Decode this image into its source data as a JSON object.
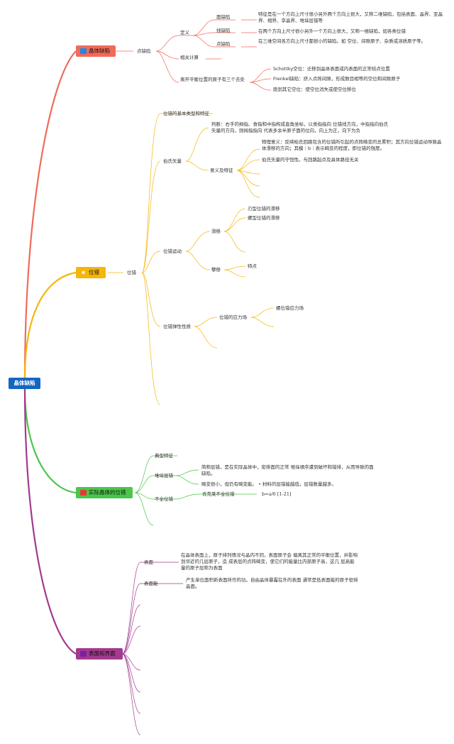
{
  "colors": {
    "root": "#1565c0",
    "b1": "#f16a5a",
    "b2": "#f5b60a",
    "b3": "#4ac64a",
    "b4": "#a23a8e"
  },
  "icons": {
    "b1": "blue-flag-icon",
    "b2": "trophy-icon",
    "b3": "red-flag-icon",
    "b4": "purple-flag-icon"
  },
  "root": "晶体缺陷",
  "b1": {
    "label": "晶体缺陷",
    "child": "点缺陷",
    "def": {
      "label": "定义",
      "items": [
        {
          "label": "面缺陷",
          "desc": "特征是在一个方向上尺寸很小另外两个方向上很大，又称二维缺陷，包括表面、晶界、亚晶界、相界、孪晶界、堆垛层错等"
        },
        {
          "label": "线缺陷",
          "desc": "在两个方向上尺寸很小另外一个方向上很大，又称一维缺陷，如各类位错"
        },
        {
          "label": "点缺陷",
          "desc": "在三维空间各方向上尺寸都很小的缺陷。如 空位、间隙原子、杂质或溶质原子等。"
        }
      ]
    },
    "calc": "相关计算",
    "leave": {
      "label": "离开平衡位置的原子有三个去处",
      "items": [
        "Schottky空位：迁移到晶体表面或内表面的正常结点位置",
        "Frenkel缺陷：挤入点阵间隙，形成数目相等的空位和间隙原子",
        "跑到其它空位：使空位消失或使空位移位"
      ]
    }
  },
  "b2": {
    "label": "位错",
    "child": "位错",
    "types": "位错的基本类型和特征",
    "burgers": {
      "label": "伯氏矢量",
      "judge": "判断：右手的拇指、食指和中指构成直角坐标，以食指指向 位错线方向，中指指向伯氏矢量的方向，则拇指指向 代表多余半原子面的位向，向上为正，向下为负",
      "meaning": {
        "label": "意义及特征",
        "items": [
          "物理意义：反映柏氏回路包含的位错所引起的点阵畸变的总累积；其方向位错运动导致晶体滑移的方向；其模｜b｜表示畸变的程度，即位错的强度。",
          "伯氏矢量的守恒性。与回路起点及具体路径无关"
        ]
      }
    },
    "motion": {
      "label": "位错运动",
      "slip": {
        "label": "滑移",
        "items": [
          "刃型位错的滑移",
          "螺型位错的滑移"
        ]
      },
      "climb": {
        "label": "攀移",
        "items": [
          "特点"
        ]
      }
    },
    "elastic": {
      "label": "位错弹性性质",
      "stress": {
        "label": "位错的应力场",
        "items": [
          "螺位错应力场"
        ]
      }
    }
  },
  "b3": {
    "label": "实际晶体的位错",
    "typical": "典型特征",
    "stacking": {
      "label": "堆垛层错",
      "items": [
        "简称层错，是在实际晶体中，密排面的正常 堆垛顺序遭到破坏和错排，从而导致的面缺陷。",
        "畸变很小，但仍有畸变能。 • 材料的层错能越低，层错数量越多。"
      ]
    },
    "partial": {
      "label": "不全位错",
      "sub": {
        "label": "肖克莱不全位错",
        "formula": "b=a/6 [1-21]"
      }
    }
  },
  "b4": {
    "label": "表面和界面",
    "surface": {
      "label": "表面",
      "desc": "在晶体表面上，原子排列情况与晶内不同，表面原子会 偏离其正常的平衡位置，并影响到邻近的几层原子，造 成表层的点阵畸变，使它们的能量比内部原子高，这几 层高能量的原子层称为表面"
    },
    "energy": {
      "label": "表面能",
      "desc": "产生单位面积新表面所作的功。自由晶体暴露在外的表面 通常是低表面能的原子密排晶面。"
    }
  }
}
